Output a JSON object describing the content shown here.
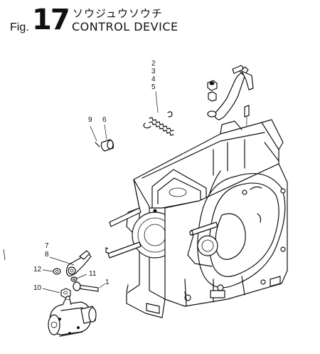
{
  "header": {
    "fig_prefix": "Fig.",
    "fig_number": "17",
    "title_jp": "ソウジュウソウチ",
    "title_en": "CONTROL DEVICE"
  },
  "callouts": {
    "c1": "1",
    "c2": "2",
    "c3": "3",
    "c4": "4",
    "c5": "5",
    "c6": "6",
    "c7": "7",
    "c8": "8",
    "c9": "9",
    "c10": "10",
    "c11": "11",
    "c12": "12"
  }
}
